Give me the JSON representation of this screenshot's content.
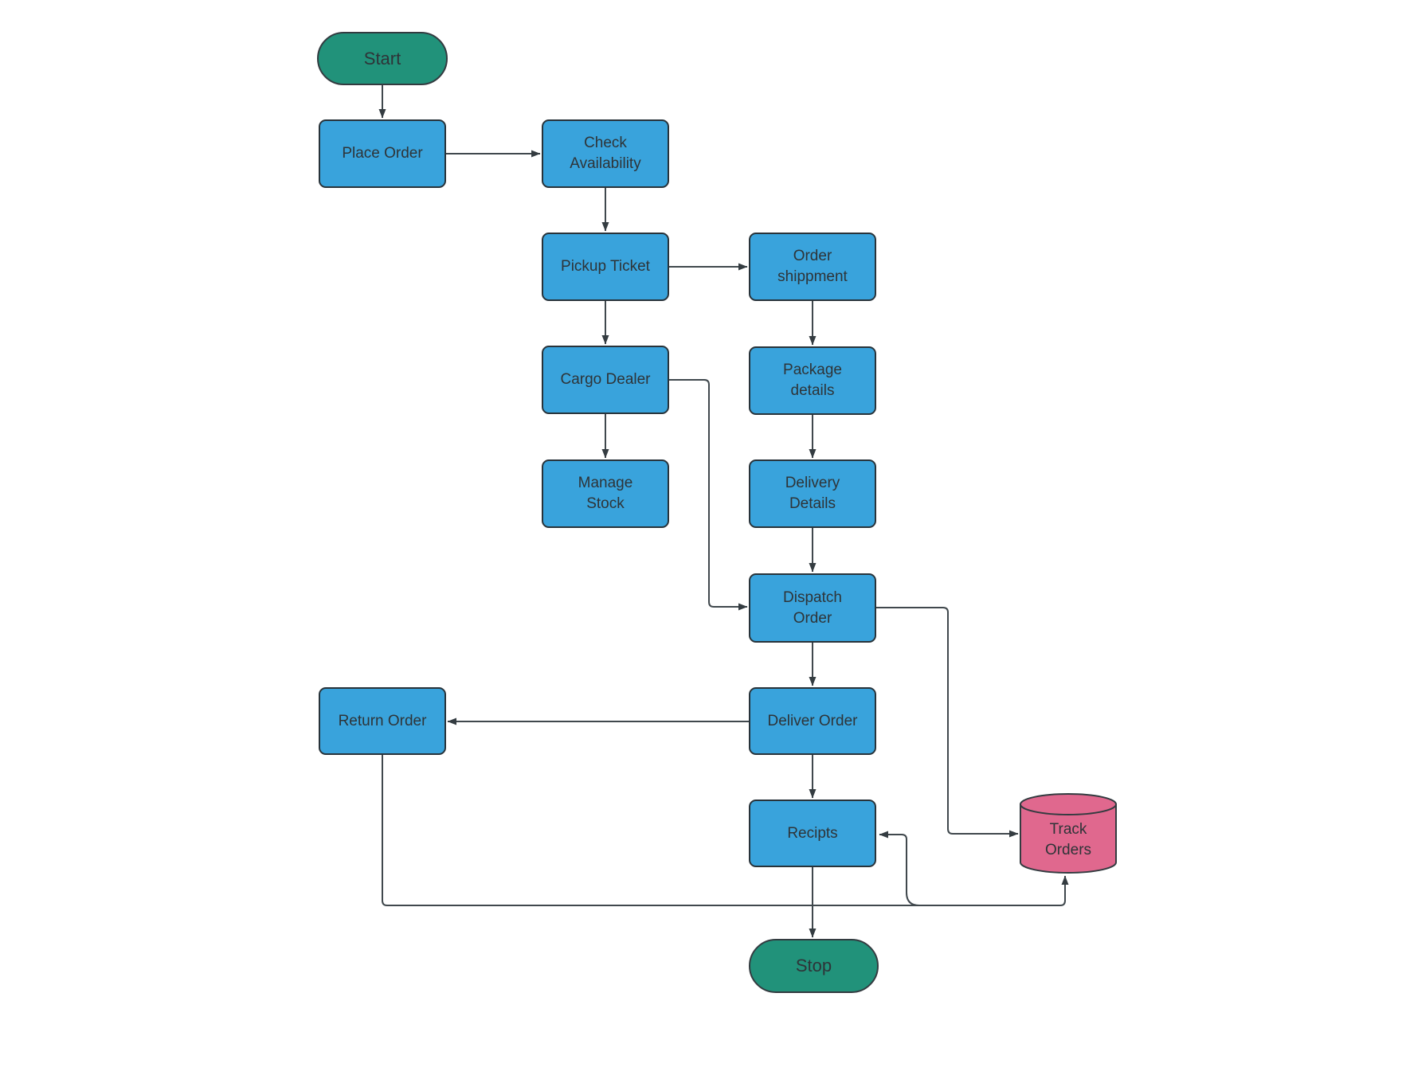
{
  "diagram": {
    "type": "flowchart",
    "background": "#ffffff",
    "colors": {
      "process_fill": "#39a3dc",
      "terminator_fill": "#21927a",
      "datastore_fill": "#e0688e",
      "shape_stroke": "#28333a",
      "connector_line": "#40484d",
      "text": "#2e3438"
    },
    "nodes": [
      {
        "id": "start",
        "type": "terminator",
        "label": "Start"
      },
      {
        "id": "place-order",
        "type": "process",
        "label": "Place Order"
      },
      {
        "id": "check-availability",
        "type": "process",
        "label": "Check\nAvailability"
      },
      {
        "id": "pickup-ticket",
        "type": "process",
        "label": "Pickup Ticket"
      },
      {
        "id": "order-shippment",
        "type": "process",
        "label": "Order\nshippment"
      },
      {
        "id": "cargo-dealer",
        "type": "process",
        "label": "Cargo Dealer"
      },
      {
        "id": "package-details",
        "type": "process",
        "label": "Package\ndetails"
      },
      {
        "id": "manage-stock",
        "type": "process",
        "label": "Manage\nStock"
      },
      {
        "id": "delivery-details",
        "type": "process",
        "label": "Delivery\nDetails"
      },
      {
        "id": "dispatch-order",
        "type": "process",
        "label": "Dispatch\nOrder"
      },
      {
        "id": "deliver-order",
        "type": "process",
        "label": "Deliver Order"
      },
      {
        "id": "return-order",
        "type": "process",
        "label": "Return Order"
      },
      {
        "id": "recipts",
        "type": "process",
        "label": "Recipts"
      },
      {
        "id": "track-orders",
        "type": "datastore",
        "label": "Track\nOrders"
      },
      {
        "id": "stop",
        "type": "terminator",
        "label": "Stop"
      }
    ],
    "edges": [
      {
        "from": "start",
        "to": "place-order"
      },
      {
        "from": "place-order",
        "to": "check-availability"
      },
      {
        "from": "check-availability",
        "to": "pickup-ticket"
      },
      {
        "from": "pickup-ticket",
        "to": "order-shippment"
      },
      {
        "from": "pickup-ticket",
        "to": "cargo-dealer"
      },
      {
        "from": "order-shippment",
        "to": "package-details"
      },
      {
        "from": "cargo-dealer",
        "to": "manage-stock"
      },
      {
        "from": "cargo-dealer",
        "to": "dispatch-order"
      },
      {
        "from": "package-details",
        "to": "delivery-details"
      },
      {
        "from": "delivery-details",
        "to": "dispatch-order"
      },
      {
        "from": "dispatch-order",
        "to": "deliver-order"
      },
      {
        "from": "dispatch-order",
        "to": "track-orders"
      },
      {
        "from": "deliver-order",
        "to": "return-order"
      },
      {
        "from": "deliver-order",
        "to": "recipts"
      },
      {
        "from": "recipts",
        "to": "stop"
      },
      {
        "from": "return-order",
        "to": "track-orders"
      },
      {
        "from": "track-orders",
        "to": "recipts"
      }
    ]
  }
}
